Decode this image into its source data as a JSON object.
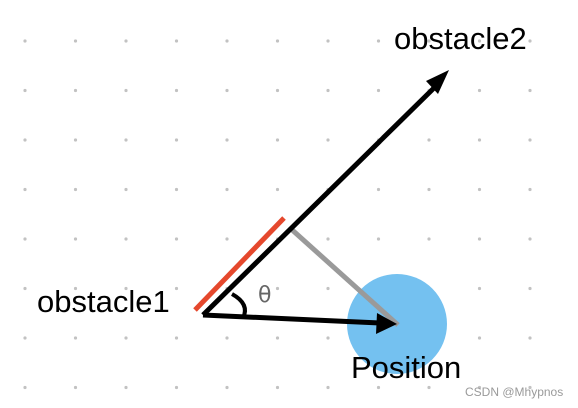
{
  "labels": {
    "obstacle1": "obstacle1",
    "obstacle2": "obstacle2",
    "position": "Position",
    "angle": "θ"
  },
  "watermark": "CSDN @Mhypnos",
  "colors": {
    "background": "#ffffff",
    "grid_dot": "#c2c2c2",
    "main_vector": "#000000",
    "projection_segment": "#e5482d",
    "perpendicular": "#9a9a9a",
    "position_circle": "#74c1f0",
    "angle_arc": "#000000"
  }
}
